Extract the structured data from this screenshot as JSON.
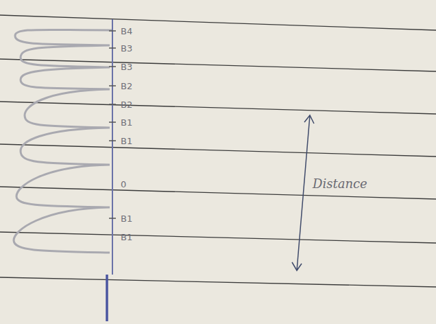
{
  "diagram": {
    "labels": [
      "B4",
      "B3",
      "B3",
      "B2",
      "B2",
      "B1",
      "B1",
      "0",
      "B1",
      "B1",
      "Distance"
    ]
  }
}
